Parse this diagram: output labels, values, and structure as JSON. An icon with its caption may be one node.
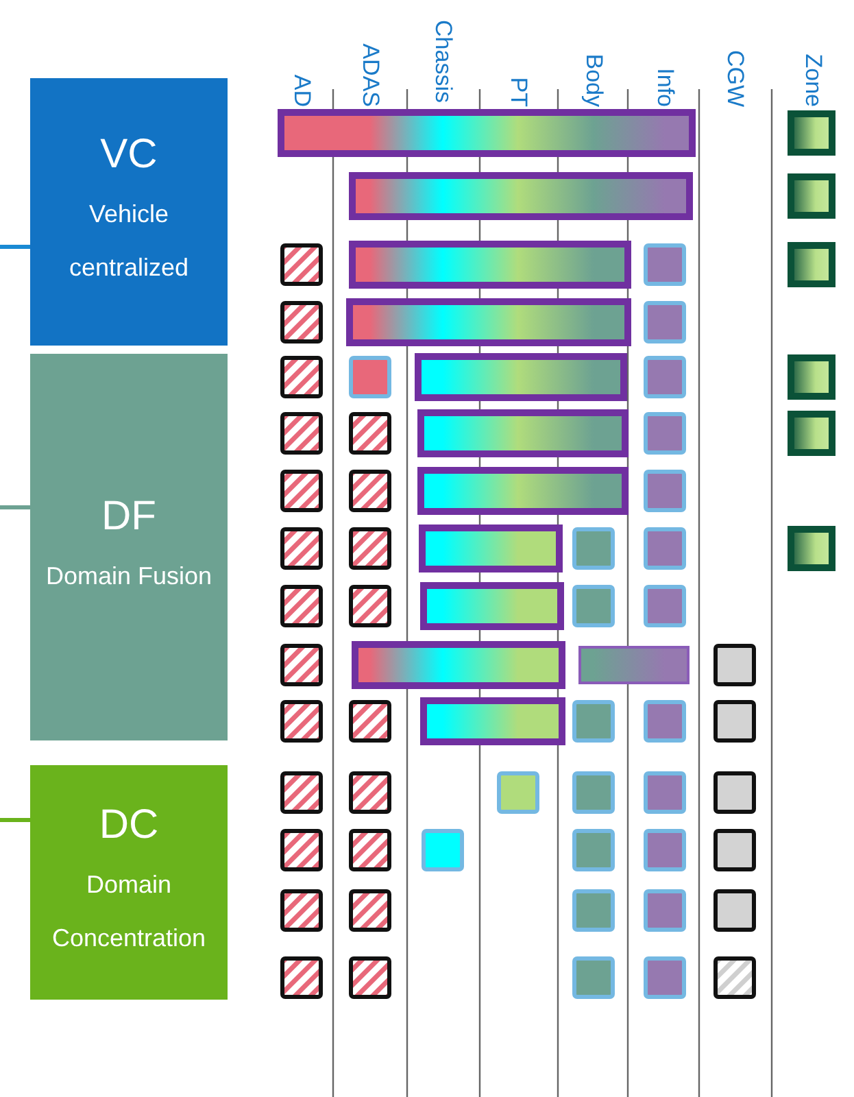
{
  "diagram": {
    "nodes": [
      {
        "text": [
          "VC",
          "Vehicle centralized"
        ]
      },
      {
        "text": [
          "DF",
          "Domain Fusion"
        ]
      },
      {
        "text": [
          "DC",
          "Domain Concentration"
        ]
      }
    ],
    "edges": [
      {
        "from": null,
        "to": 0,
        "arrow": "none",
        "color": "#1a8ad4"
      },
      {
        "from": null,
        "to": 1,
        "arrow": "none",
        "color": "#6da292"
      },
      {
        "from": null,
        "to": 2,
        "arrow": "none",
        "color": "#6ab31c"
      }
    ],
    "labels": [
      "AD",
      "ADAS",
      "Chassis",
      "PT",
      "Body",
      "Info",
      "CGW",
      "Zone"
    ]
  }
}
